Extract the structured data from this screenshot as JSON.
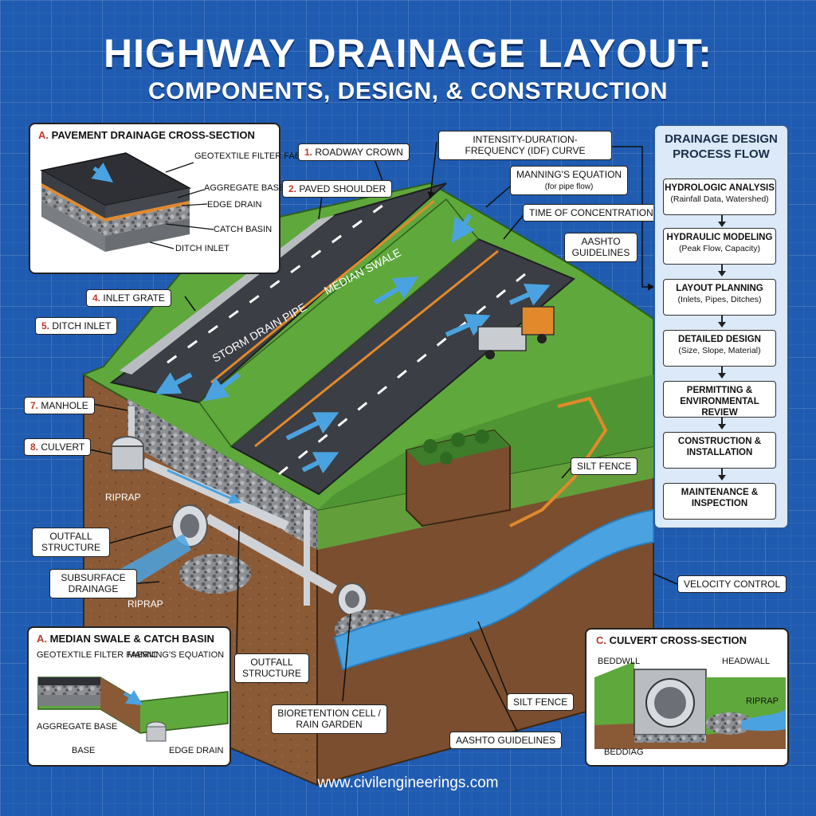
{
  "title": {
    "line1": "HIGHWAY DRAINAGE LAYOUT:",
    "line2": "COMPONENTS, DESIGN, & CONSTRUCTION"
  },
  "panel_a": {
    "letter": "A.",
    "title": "PAVEMENT DRAINAGE CROSS-SECTION",
    "labels": [
      "GEOTEXTILE FILTER FABRIC",
      "AGGREGATE BASE",
      "EDGE DRAIN",
      "CATCH BASIN",
      "DITCH INLET"
    ]
  },
  "callouts": {
    "roadway_crown": {
      "num": "1.",
      "text": "ROADWAY CROWN"
    },
    "paved_shoulder": {
      "num": "2.",
      "text": "PAVED SHOULDER"
    },
    "inlet_grate": {
      "num": "4.",
      "text": "INLET GRATE"
    },
    "ditch_inlet": {
      "num": "5.",
      "text": "DITCH INLET"
    },
    "manhole": {
      "num": "7.",
      "text": "MANHOLE"
    },
    "culvert": {
      "num": "8.",
      "text": "CULVERT"
    },
    "idf": "INTENSITY-DURATION-FREQUENCY (IDF) CURVE",
    "manning_title": "MANNING'S EQUATION",
    "manning_sub": "(for pipe flow)",
    "time_conc": "TIME OF CONCENTRATION",
    "aashto_top": "AASHTO GUIDELINES",
    "riprap_1": "RIPRAP",
    "outfall_1": "OUTFALL STRUCTURE",
    "subsurface": "SUBSURFACE DRAINAGE",
    "riprap_2": "RIPRAP",
    "outfall_2": "OUTFALL STRUCTURE",
    "bioretention": "BIORETENTION CELL / RAIN GARDEN",
    "silt_fence_1": "SILT FENCE",
    "silt_fence_2": "SILT FENCE",
    "aashto_bottom": "AASHTO GUIDELINES",
    "velocity": "VELOCITY CONTROL"
  },
  "road_text": {
    "median_swale": "MEDIAN SWALE",
    "storm_drain": "STORM DRAIN PIPE"
  },
  "panel_median": {
    "letter": "A.",
    "title": "MEDIAN SWALE & CATCH BASIN",
    "labels": [
      "GEOTEXTILE FILTER FABRIC",
      "MANNING'S EQUATION",
      "AGGREGATE BASE",
      "BASE",
      "EDGE DRAIN"
    ]
  },
  "panel_c": {
    "letter": "C.",
    "title": "CULVERT CROSS-SECTION",
    "labels": [
      "BEDDWLL",
      "HEADWALL",
      "RIPRAP",
      "BEDDIAG"
    ]
  },
  "flow": {
    "title": "DRAINAGE DESIGN PROCESS FLOW",
    "steps": [
      {
        "title": "HYDROLOGIC ANALYSIS",
        "sub": "(Rainfall Data, Watershed)"
      },
      {
        "title": "HYDRAULIC MODELING",
        "sub": "(Peak Flow, Capacity)"
      },
      {
        "title": "LAYOUT PLANNING",
        "sub": "(Inlets, Pipes, Ditches)"
      },
      {
        "title": "DETAILED DESIGN",
        "sub": "(Size, Slope, Material)"
      },
      {
        "title": "PERMITTING & ENVIRONMENTAL REVIEW",
        "sub": ""
      },
      {
        "title": "CONSTRUCTION & INSTALLATION",
        "sub": ""
      },
      {
        "title": "MAINTENANCE & INSPECTION",
        "sub": ""
      }
    ]
  },
  "website": "www.civilengineerings.com",
  "colors": {
    "background": "#1f5bb0",
    "asphalt": "#3b3e44",
    "grass": "#5fa83c",
    "soil": "#8a5a36",
    "water": "#4aa3e0",
    "accent_number": "#c0392b"
  }
}
